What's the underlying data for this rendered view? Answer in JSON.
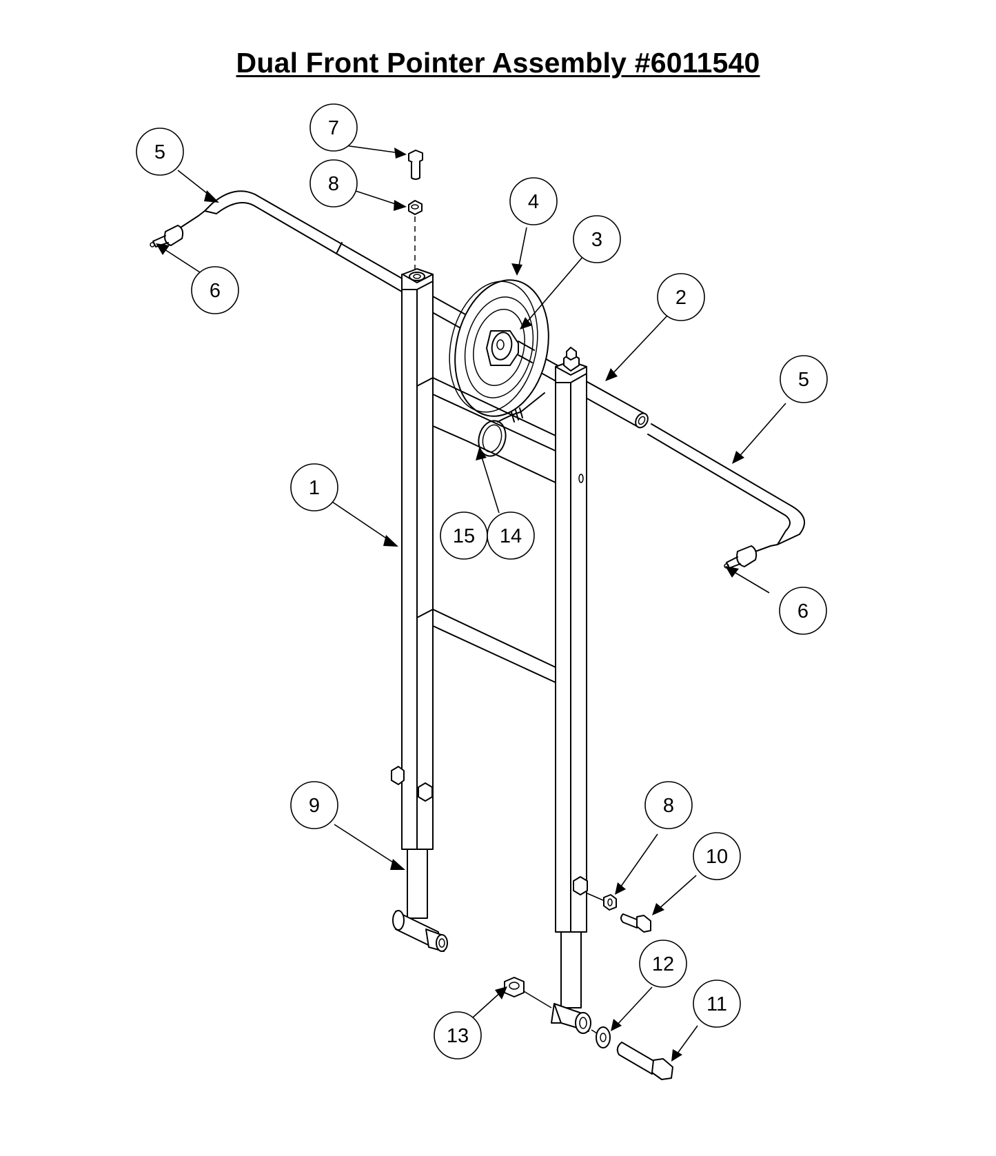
{
  "title": "Dual Front Pointer Assembly #6011540",
  "callouts": [
    {
      "id": "c1",
      "label": "1"
    },
    {
      "id": "c2",
      "label": "2"
    },
    {
      "id": "c3",
      "label": "3"
    },
    {
      "id": "c4",
      "label": "4"
    },
    {
      "id": "c5a",
      "label": "5"
    },
    {
      "id": "c5b",
      "label": "5"
    },
    {
      "id": "c6a",
      "label": "6"
    },
    {
      "id": "c6b",
      "label": "6"
    },
    {
      "id": "c7",
      "label": "7"
    },
    {
      "id": "c8a",
      "label": "8"
    },
    {
      "id": "c8b",
      "label": "8"
    },
    {
      "id": "c9",
      "label": "9"
    },
    {
      "id": "c10",
      "label": "10"
    },
    {
      "id": "c11",
      "label": "11"
    },
    {
      "id": "c12",
      "label": "12"
    },
    {
      "id": "c13",
      "label": "13"
    },
    {
      "id": "c14",
      "label": "14"
    },
    {
      "id": "c15",
      "label": "15"
    }
  ]
}
